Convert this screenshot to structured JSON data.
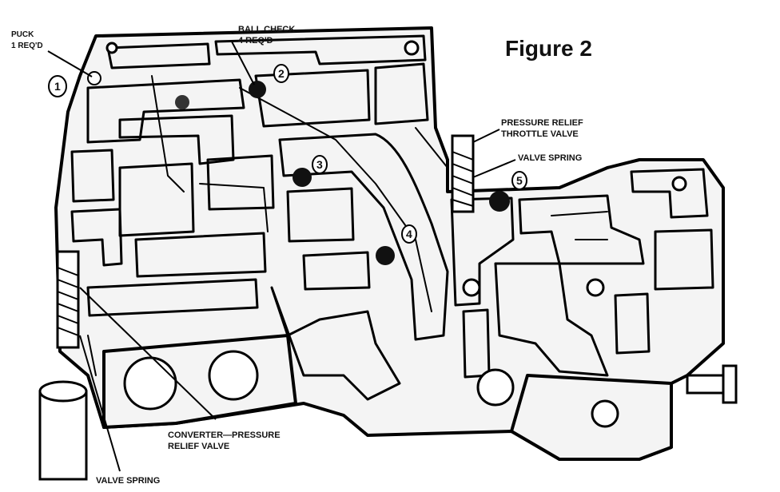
{
  "figure_title": "Figure 2",
  "labels": {
    "puck": [
      "PUCK",
      "1 REQ'D"
    ],
    "ball_check": [
      "BALL CHECK",
      "4 REQ'D"
    ],
    "pressure_relief": [
      "PRESSURE RELIEF",
      "THROTTLE VALVE"
    ],
    "valve_spring_right": "VALVE SPRING",
    "converter_relief": [
      "CONVERTER—PRESSURE",
      "RELIEF VALVE"
    ],
    "valve_spring_bottom": "VALVE SPRING"
  },
  "callouts": [
    "1",
    "2",
    "3",
    "4",
    "5"
  ]
}
